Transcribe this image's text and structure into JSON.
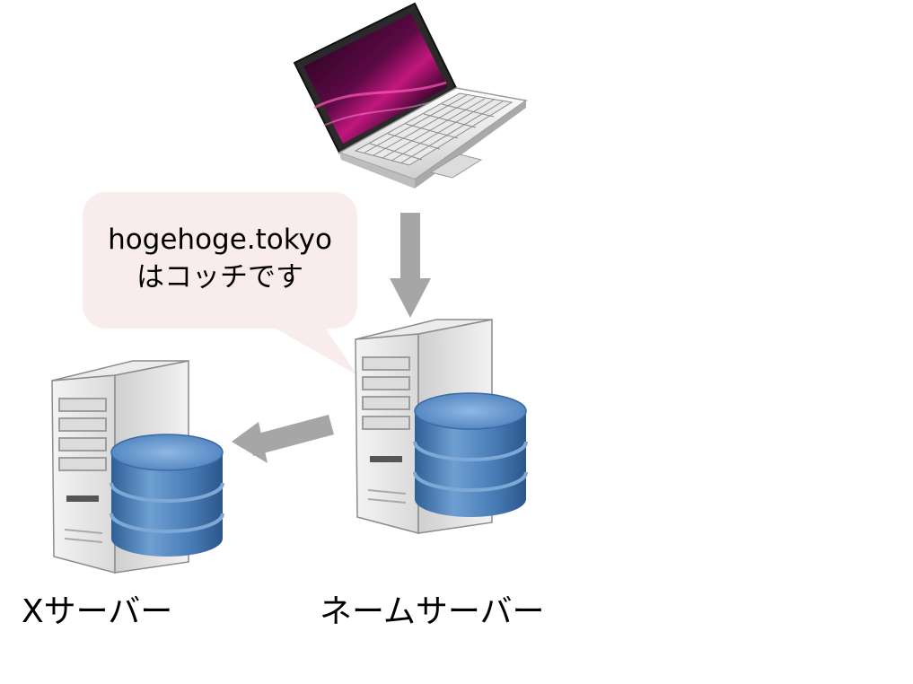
{
  "bubble": {
    "line1": "hogehoge.tokyo",
    "line2": "はコッチです"
  },
  "labels": {
    "x_server": "Xサーバー",
    "name_server": "ネームサーバー"
  },
  "icons": {
    "client": "laptop-icon",
    "name_server": "server-database-icon",
    "x_server": "server-database-icon"
  },
  "colors": {
    "bubble_fill": "#f9ecec",
    "arrow": "#a6a6a6",
    "database": "#4f7fb8",
    "server_body": "#e6e6e6"
  }
}
